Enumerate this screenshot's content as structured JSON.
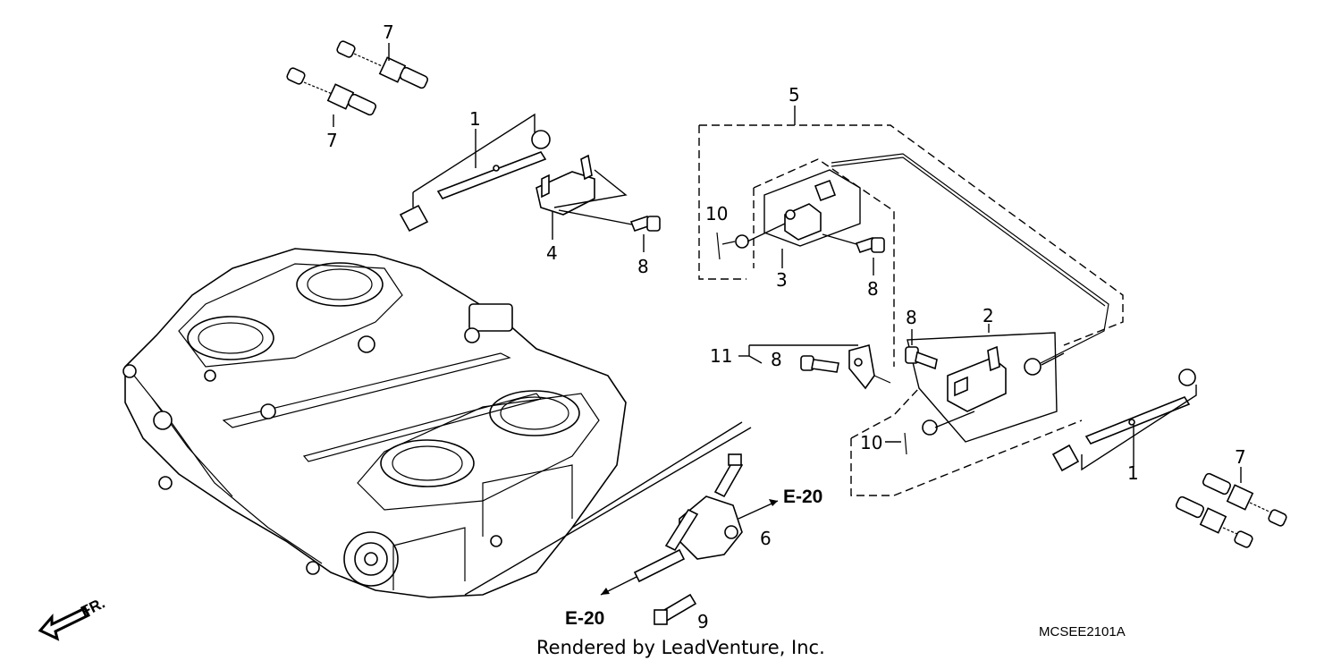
{
  "callouts": {
    "c1a": "1",
    "c1b": "1",
    "c2": "2",
    "c3": "3",
    "c4": "4",
    "c5": "5",
    "c6": "6",
    "c7a": "7",
    "c7b": "7",
    "c7c": "7",
    "c8a": "8",
    "c8b": "8",
    "c8c": "8",
    "c8d": "8",
    "c9": "9",
    "c10a": "10",
    "c10b": "10",
    "c11": "11"
  },
  "references": {
    "ref_right": "E-20",
    "ref_bottom": "E-20"
  },
  "front_label": "FR.",
  "diagram_code": "MCSEE2101A",
  "credit": "Rendered by LeadVenture, Inc."
}
